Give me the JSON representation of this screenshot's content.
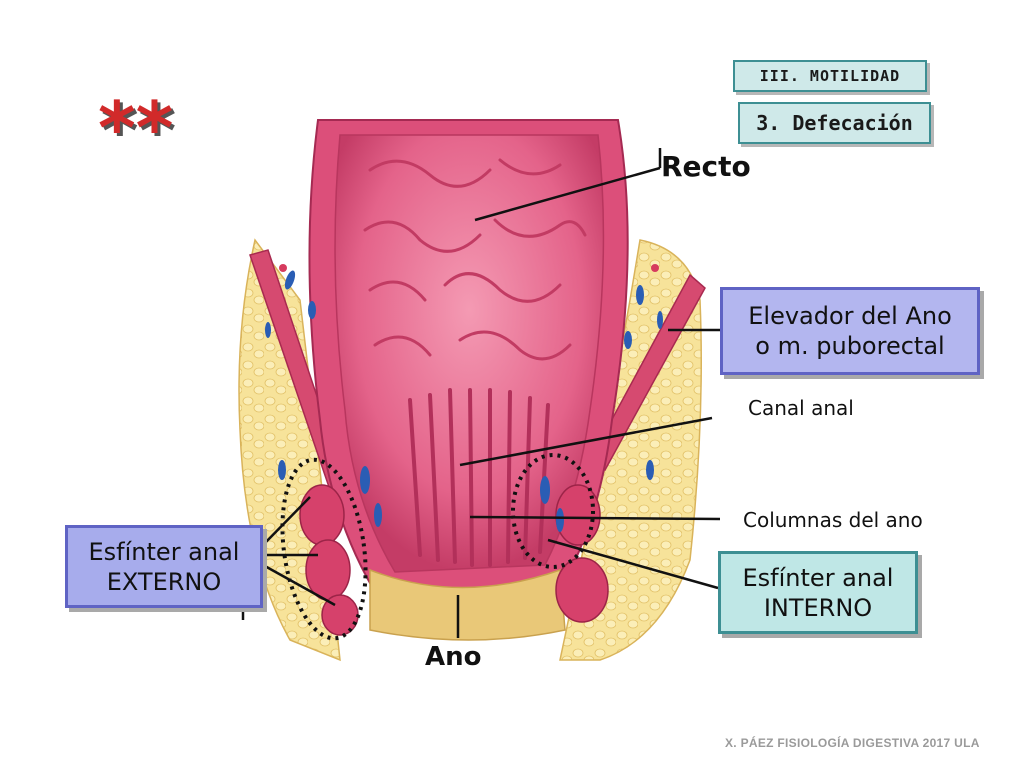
{
  "header": {
    "section": "III. MOTILIDAD",
    "subsection": "3. Defecación",
    "stars": "**"
  },
  "labels": {
    "recto": "Recto",
    "canal_anal": "Canal anal",
    "columnas": "Columnas del ano",
    "ano": "Ano"
  },
  "boxes": {
    "elevador": {
      "line1": "Elevador del Ano",
      "line2": "o m. puborectal"
    },
    "externo": {
      "line1": "Esfínter anal",
      "line2": "EXTERNO"
    },
    "interno": {
      "line1": "Esfínter anal",
      "line2": "INTERNO"
    }
  },
  "footer": "X. PÁEZ   FISIOLOGÍA DIGESTIVA 2017  ULA",
  "colors": {
    "mucosa": "#e65a86",
    "muscle": "#d8406a",
    "fat": "#f4dc8a",
    "vessel_blue": "#2a5db4",
    "section_border": "#3d8f93",
    "box_border": "#5f63c4"
  }
}
